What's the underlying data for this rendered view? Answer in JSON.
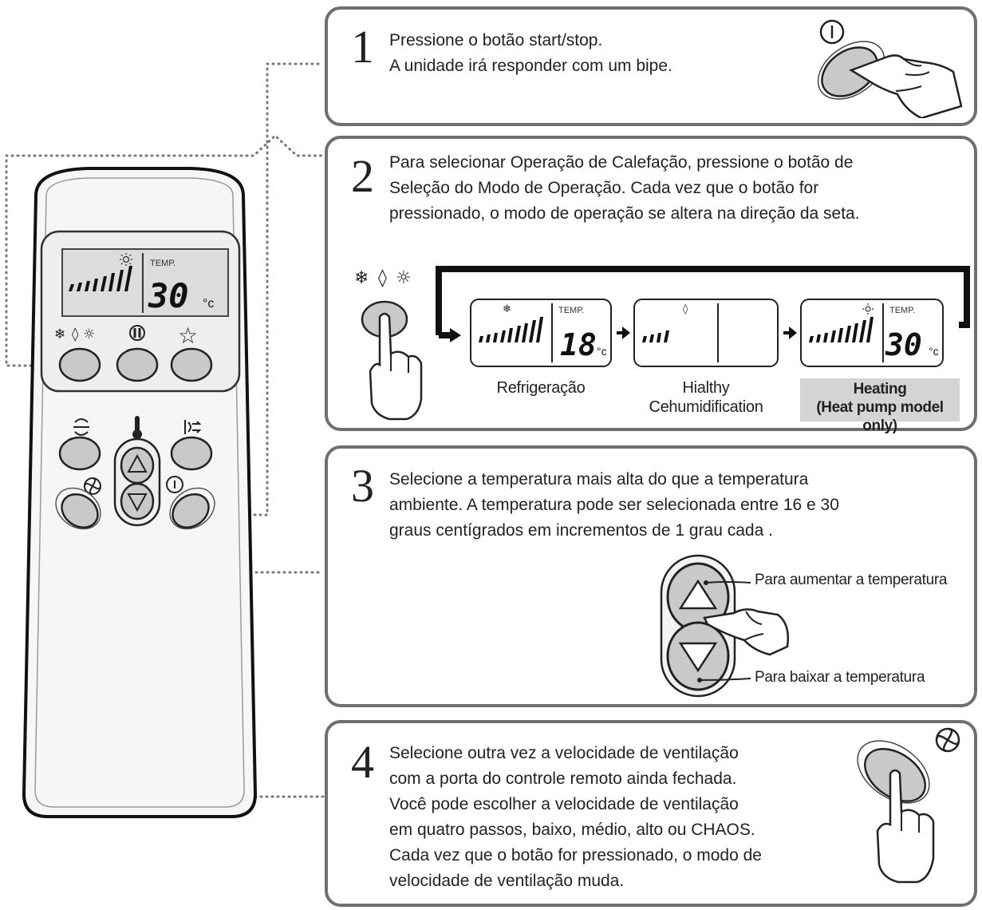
{
  "steps": [
    {
      "number": "1",
      "text": "Pressione o botão start/stop.\nA unidade irá responder com um bipe."
    },
    {
      "number": "2",
      "text": "Para selecionar Operação de Calefação, pressione o botão de\nSeleção do Modo de Operação. Cada vez que o botão for\npressionado, o modo de operação se altera na direção da seta."
    },
    {
      "number": "3",
      "text": "Selecione a temperatura mais alta do que a temperatura\nambiente. A temperatura pode ser selecionada entre 16 e 30\ngraus centígrados em incrementos de 1 grau cada ."
    },
    {
      "number": "4",
      "text": "Selecione outra vez a velocidade de ventilação\ncom a porta do controle remoto ainda fechada.\nVocê pode escolher a velocidade de ventilação\nem quatro passos, baixo, médio, alto ou CHAOS.\nCada vez que o botão for pressionado, o modo de\nvelocidade de ventilação muda."
    }
  ],
  "remote_display": {
    "temp_label": "TEMP.",
    "temp_value": "30",
    "unit": "°c"
  },
  "modes": [
    {
      "caption": "Refrigeração",
      "temp_label": "TEMP.",
      "temp_value": "18",
      "unit": "°c"
    },
    {
      "caption": "Hialthy\nCehumidification"
    },
    {
      "caption": "Heating\n(Heat pump model only)",
      "temp_label": "TEMP.",
      "temp_value": "30",
      "unit": "°c"
    }
  ],
  "callouts": {
    "raise": "Para aumentar a temperatura",
    "lower": "Para baixar a temperatura"
  },
  "colors": {
    "box_border": "#6f6f6f",
    "button_fill": "#c9c9c9",
    "heating_bg": "#d4d4d4"
  },
  "icons": [
    "power-icon",
    "snowflake-icon",
    "drop-icon",
    "sun-icon",
    "fan-icon",
    "swing-icon",
    "thermometer-icon",
    "star-icon",
    "up-arrow-icon",
    "down-arrow-icon",
    "hand-icon"
  ]
}
